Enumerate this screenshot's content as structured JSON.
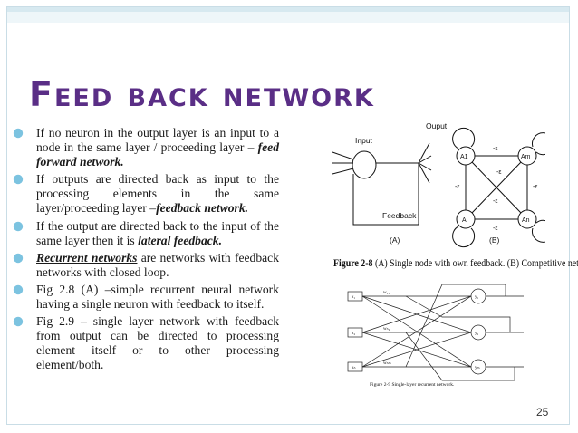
{
  "slide": {
    "title": "Feed back network",
    "page_number": "25"
  },
  "bullets": [
    {
      "parts": [
        {
          "text": "If no neuron in the output layer is an input to a node in the same layer / proceeding layer – ",
          "style": "normal"
        },
        {
          "text": "feed forward network.",
          "style": "bold-italic"
        }
      ]
    },
    {
      "parts": [
        {
          "text": "If outputs are directed back as input to the processing elements in the same layer/proceeding layer –",
          "style": "normal"
        },
        {
          "text": "feedback network.",
          "style": "bold-italic"
        }
      ]
    },
    {
      "parts": [
        {
          "text": "If the output are directed back to the input of the same layer then it is ",
          "style": "normal"
        },
        {
          "text": "lateral feedback.",
          "style": "bold-italic"
        }
      ]
    },
    {
      "parts": [
        {
          "text": "Recurrent networks",
          "style": "bold-italic-underline"
        },
        {
          "text": " are networks with feedback networks with closed loop.",
          "style": "normal"
        }
      ]
    },
    {
      "parts": [
        {
          "text": "Fig 2.8 (A) –simple recurrent neural network having a single neuron with feedback to itself.",
          "style": "normal"
        }
      ]
    },
    {
      "parts": [
        {
          "text": "Fig 2.9 – single layer network with feedback from output can be directed to processing element itself or to other processing element/both.",
          "style": "normal"
        }
      ]
    }
  ],
  "figure_2_8": {
    "input_label": "Input",
    "output_label": "Ouput",
    "feedback_label": "Feedback",
    "panel_a": "(A)",
    "panel_b": "(B)",
    "nodes": [
      "A1",
      "Am",
      "A",
      "An"
    ],
    "weights": [
      "-ε",
      "-ε",
      "-ε",
      "-ε",
      "-ε",
      "-ε"
    ],
    "caption_prefix": "Figure 2-8",
    "caption_text": " (A) Single node with own feedback. (B) Competitive nets."
  },
  "figure_2_9": {
    "inputs": [
      "x₁",
      "x₂",
      "xₙ"
    ],
    "outputs": [
      "y₁",
      "y₂",
      "yₘ"
    ],
    "weights": [
      "w₁₁",
      "wₙ₂",
      "wₙₘ"
    ],
    "caption": "Figure 2-9   Single-layer recurrent network."
  },
  "colors": {
    "title": "#5a2e86",
    "bullet": "#7cc3e0",
    "band": "#d7e9f0"
  }
}
